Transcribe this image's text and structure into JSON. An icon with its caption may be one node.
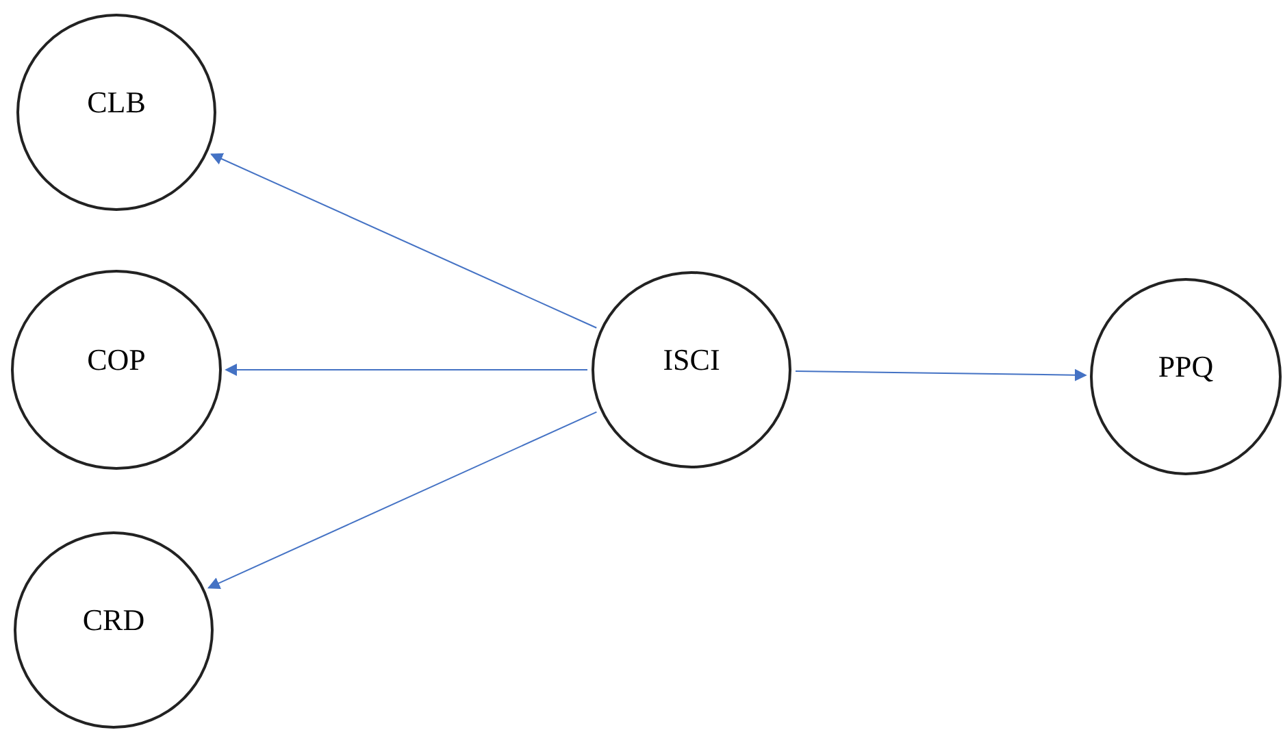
{
  "diagram": {
    "nodes": [
      {
        "text": [
          "CLB"
        ]
      },
      {
        "text": [
          "COP"
        ]
      },
      {
        "text": [
          "CRD"
        ]
      },
      {
        "text": [
          "ISCI"
        ]
      },
      {
        "text": [
          "PPQ"
        ]
      }
    ],
    "edges": [
      {
        "from": 3,
        "to": 0,
        "arrow": "to"
      },
      {
        "from": 3,
        "to": 1,
        "arrow": "to"
      },
      {
        "from": 3,
        "to": 2,
        "arrow": "to"
      },
      {
        "from": 3,
        "to": 4,
        "arrow": "to"
      }
    ]
  }
}
